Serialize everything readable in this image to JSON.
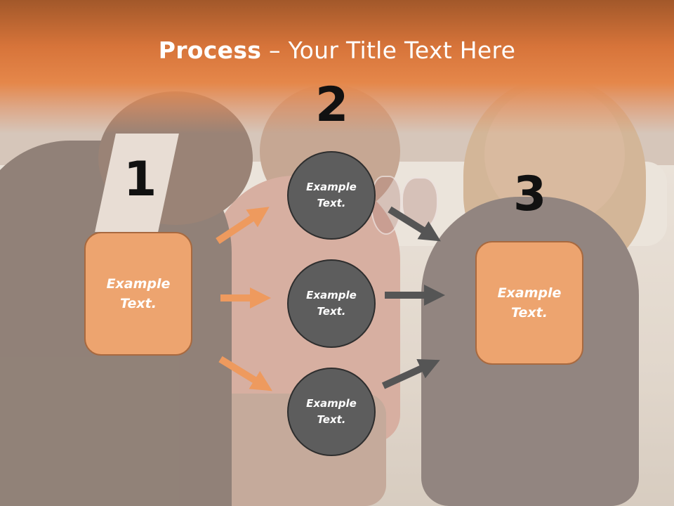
{
  "title": {
    "bold": "Process",
    "rest": " – Your Title Text Here"
  },
  "steps": [
    {
      "number": "1",
      "label": "Example\nText."
    },
    {
      "number": "2"
    },
    {
      "number": "3",
      "label": "Example\nText."
    }
  ],
  "circles": [
    {
      "label": "Example\nText."
    },
    {
      "label": "Example\nText."
    },
    {
      "label": "Example\nText."
    }
  ],
  "colors": {
    "accent_orange": "#eda46f",
    "header_orange": "#e5874a",
    "circle_gray": "#5d5d5d",
    "arrow_orange": "#ee9a5e",
    "arrow_gray": "#555555",
    "number_color": "#111111"
  }
}
